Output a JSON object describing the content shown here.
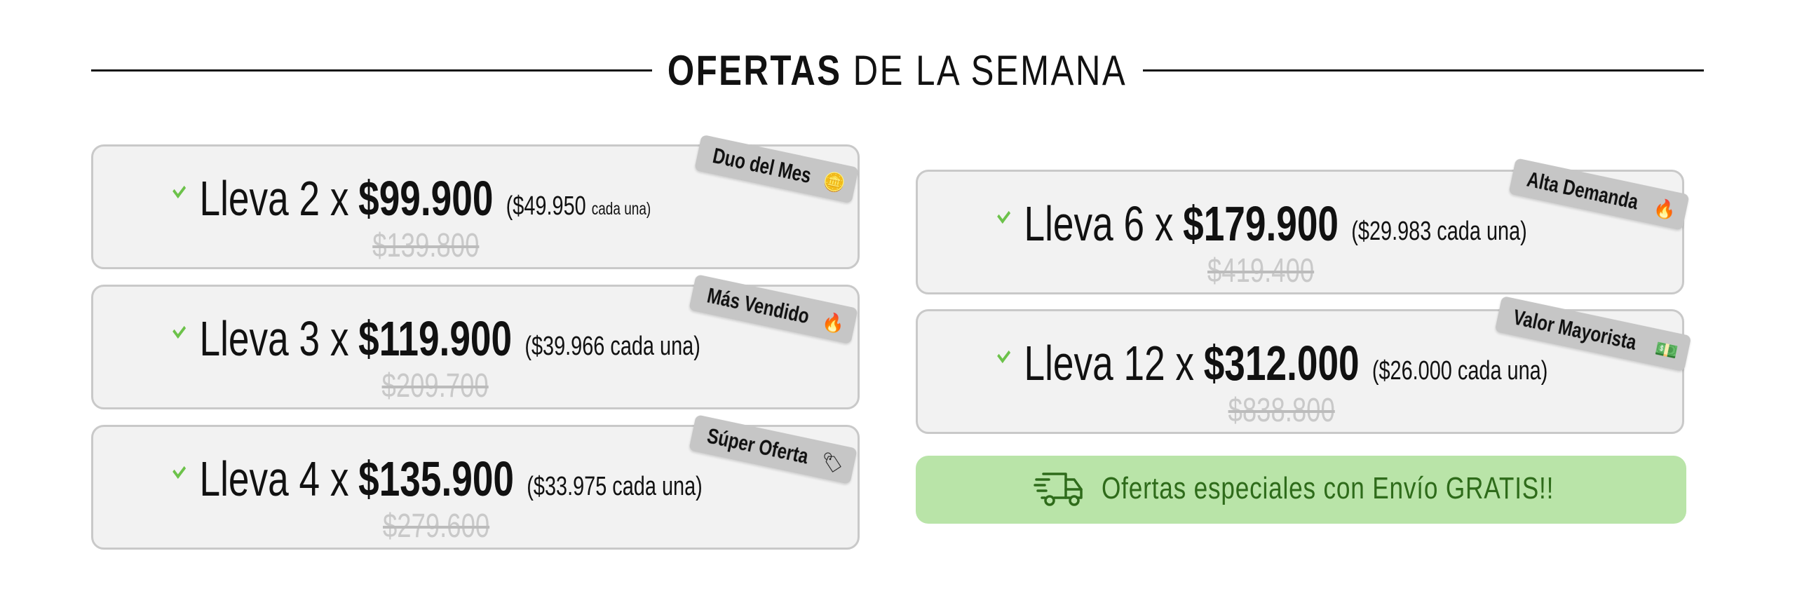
{
  "header": {
    "title_bold": "OFERTAS",
    "title_rest": "DE LA SEMANA"
  },
  "offers": [
    {
      "lead": "Lleva 2 x",
      "price": "$99.900",
      "old_price": "$139.800",
      "unit_price": "($49.950",
      "unit_label": "cada una)",
      "badge": "Duo del Mes",
      "badge_icon": "coin-down-icon",
      "badge_emoji": "🪙"
    },
    {
      "lead": "Lleva 3 x",
      "price": "$119.900",
      "old_price": "$209.700",
      "unit_price": "($39.966",
      "unit_label": "cada una)",
      "badge": "Más Vendido",
      "badge_icon": "fire-icon",
      "badge_emoji": "🔥"
    },
    {
      "lead": "Lleva 4 x",
      "price": "$135.900",
      "old_price": "$279.600",
      "unit_price": "($33.975",
      "unit_label": "cada una)",
      "badge": "Súper Oferta",
      "badge_icon": "price-tag-icon",
      "badge_emoji": "🏷"
    },
    {
      "lead": "Lleva 6 x",
      "price": "$179.900",
      "old_price": "$419.400",
      "unit_price": "($29.983",
      "unit_label": "cada una)",
      "badge": "Alta Demanda",
      "badge_icon": "fire-icon",
      "badge_emoji": "🔥"
    },
    {
      "lead": "Lleva 12 x",
      "price": "$312.000",
      "old_price": "$838.800",
      "unit_price": "($26.000",
      "unit_label": "cada una)",
      "badge": "Valor Mayorista",
      "badge_icon": "money-icon",
      "badge_emoji": "💵"
    }
  ],
  "banner": {
    "text": "Ofertas especiales con Envío GRATIS!!",
    "icon": "delivery-truck-icon"
  },
  "colors": {
    "check": "#6cc24a",
    "banner_bg": "#b9e4a8",
    "banner_text": "#2e6b1a",
    "badge_bg": "#c6c6c6",
    "card_bg": "#f2f2f2"
  }
}
